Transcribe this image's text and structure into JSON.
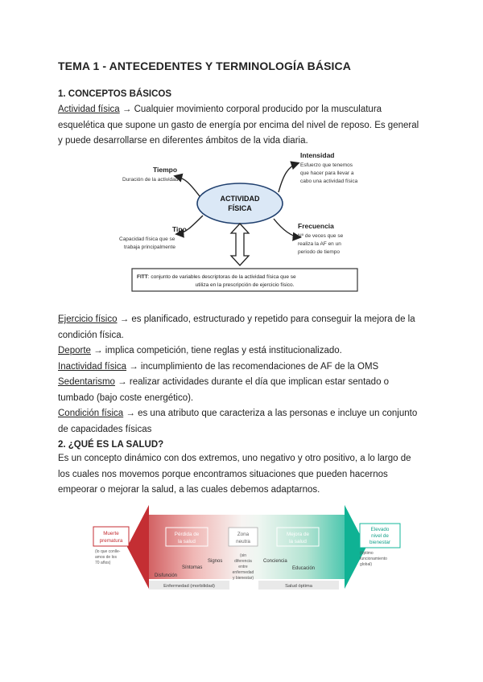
{
  "title": "TEMA 1 - ANTECEDENTES Y TERMINOLOGÍA BÁSICA",
  "section1": {
    "heading": "1. CONCEPTOS BÁSICOS",
    "intro_term": "Actividad física",
    "intro_text_l1": " → Cualquier movimiento corporal producido por la musculatura",
    "intro_text_l2": "esquelética que supone un gasto de energía por encima del nivel de reposo. Es general",
    "intro_text_l3": "y puede desarrollarse en diferentes ámbitos de la vida diaria.",
    "diagram": {
      "center_l1": "ACTIVIDAD",
      "center_l2": "FÍSICA",
      "tiempo_title": "Tiempo",
      "tiempo_desc": "Duración de la actividad",
      "intensidad_title": "Intensidad",
      "intensidad_desc_l1": "Esfuerzo que tenemos",
      "intensidad_desc_l2": "que hacer para llevar a",
      "intensidad_desc_l3": "cabo una actividad física",
      "tipo_title": "Tipo",
      "tipo_desc_l1": "Capacidad física que se",
      "tipo_desc_l2": "trabaja principalmente",
      "frecuencia_title": "Frecuencia",
      "frecuencia_desc_l1": "Nº de veces que se",
      "frecuencia_desc_l2": "realiza la AF en un",
      "frecuencia_desc_l3": "periodo de tiempo",
      "fitt_bold": "FITT",
      "fitt_l1": ": conjunto de variables descriptoras de la actividad física que se",
      "fitt_l2": "utiliza en la prescripción de ejercicio físico."
    },
    "defs": [
      {
        "term": "Ejercicio físico",
        "text": " → es planificado, estructurado y repetido para conseguir la mejora de la",
        "text2": "condición física."
      },
      {
        "term": "Deporte",
        "text": " → implica competición, tiene reglas y está institucionalizado.",
        "text2": ""
      },
      {
        "term": "Inactividad física",
        "text": " → incumplimiento de las recomendaciones de AF de la OMS",
        "text2": ""
      },
      {
        "term": "Sedentarismo",
        "text": " → realizar actividades durante el día que implican estar sentado o",
        "text2": "tumbado (bajo coste energético)."
      },
      {
        "term": "Condición física",
        "text": " →  es una atributo que caracteriza a las personas e incluye un conjunto",
        "text2": "de capacidades físicas"
      }
    ]
  },
  "section2": {
    "heading": "2. ¿QUÉ ES LA SALUD?",
    "text_l1": "Es un concepto dinámico con dos extremos, uno negativo y otro positivo, a lo largo de",
    "text_l2": "los cuales nos movemos porque encontramos situaciones que pueden hacernos",
    "text_l3": "empeorar o mejorar la salud, a las cuales debemos adaptarnos.",
    "figure": {
      "muerte_l1": "Muerte",
      "muerte_l2": "prematura",
      "muerte_note_l1": "(lo que conlle-",
      "muerte_note_l2": "amos de los",
      "muerte_note_l3": "70 años)",
      "perdida_l1": "Pérdida de",
      "perdida_l2": "la salud",
      "zona_l1": "Zona",
      "zona_l2": "neutra",
      "mejora_l1": "Mejora de",
      "mejora_l2": "la salud",
      "elevado_l1": "Elevado",
      "elevado_l2": "nivel de",
      "elevado_l3": "bienestar",
      "elevado_note_l1": "(óptimo",
      "elevado_note_l2": "funcionamiento",
      "elevado_note_l3": "global)",
      "signos": "Signos",
      "sintomas": "Síntomas",
      "disfuncion": "Disfunción",
      "sin_dif_l1": "(sin",
      "sin_dif_l2": "diferencia",
      "sin_dif_l3": "entre",
      "sin_dif_l4": "enfermedad",
      "sin_dif_l5": "y bienestar)",
      "conciencia": "Conciencia",
      "educacion": "Educación",
      "enfermedad_bar": "Enfermedad (morbilidad)",
      "salud_bar": "Salud óptima"
    }
  }
}
